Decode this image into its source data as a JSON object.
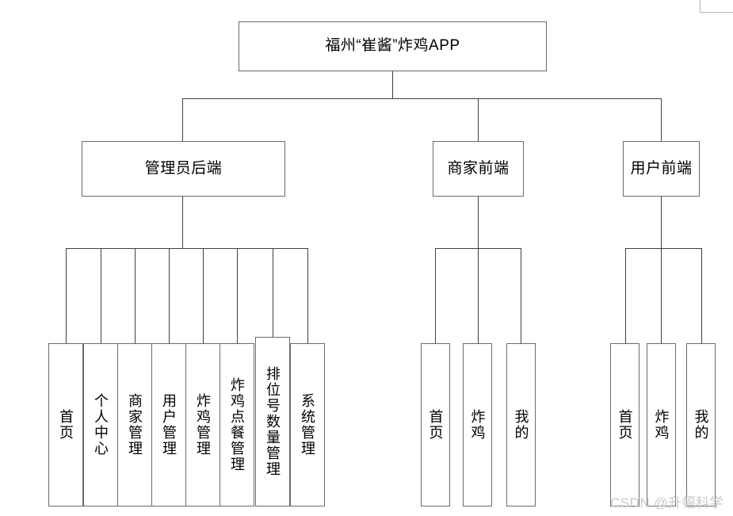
{
  "diagram": {
    "title": "福州“崔酱”炸鸡APP",
    "root": {
      "label": "福州“崔酱”炸鸡APP"
    },
    "branches": [
      {
        "label": "管理员后端",
        "children": [
          {
            "label": "首页"
          },
          {
            "label": "个人中心"
          },
          {
            "label": "商家管理"
          },
          {
            "label": "用户管理"
          },
          {
            "label": "炸鸡管理"
          },
          {
            "label": "炸鸡点餐管理"
          },
          {
            "label": "排位号数量管理"
          },
          {
            "label": "系统管理"
          }
        ]
      },
      {
        "label": "商家前端",
        "children": [
          {
            "label": "首页"
          },
          {
            "label": "炸鸡"
          },
          {
            "label": "我的"
          }
        ]
      },
      {
        "label": "用户前端",
        "children": [
          {
            "label": "首页"
          },
          {
            "label": "炸鸡"
          },
          {
            "label": "我的"
          }
        ]
      }
    ]
  },
  "watermark": {
    "text": "CSDN @升幅科学"
  },
  "colors": {
    "box_border": "#6b6b6b",
    "connector": "#3f3f3f",
    "background": "#ffffff",
    "text": "#000000",
    "watermark": "#c9c9c9"
  }
}
